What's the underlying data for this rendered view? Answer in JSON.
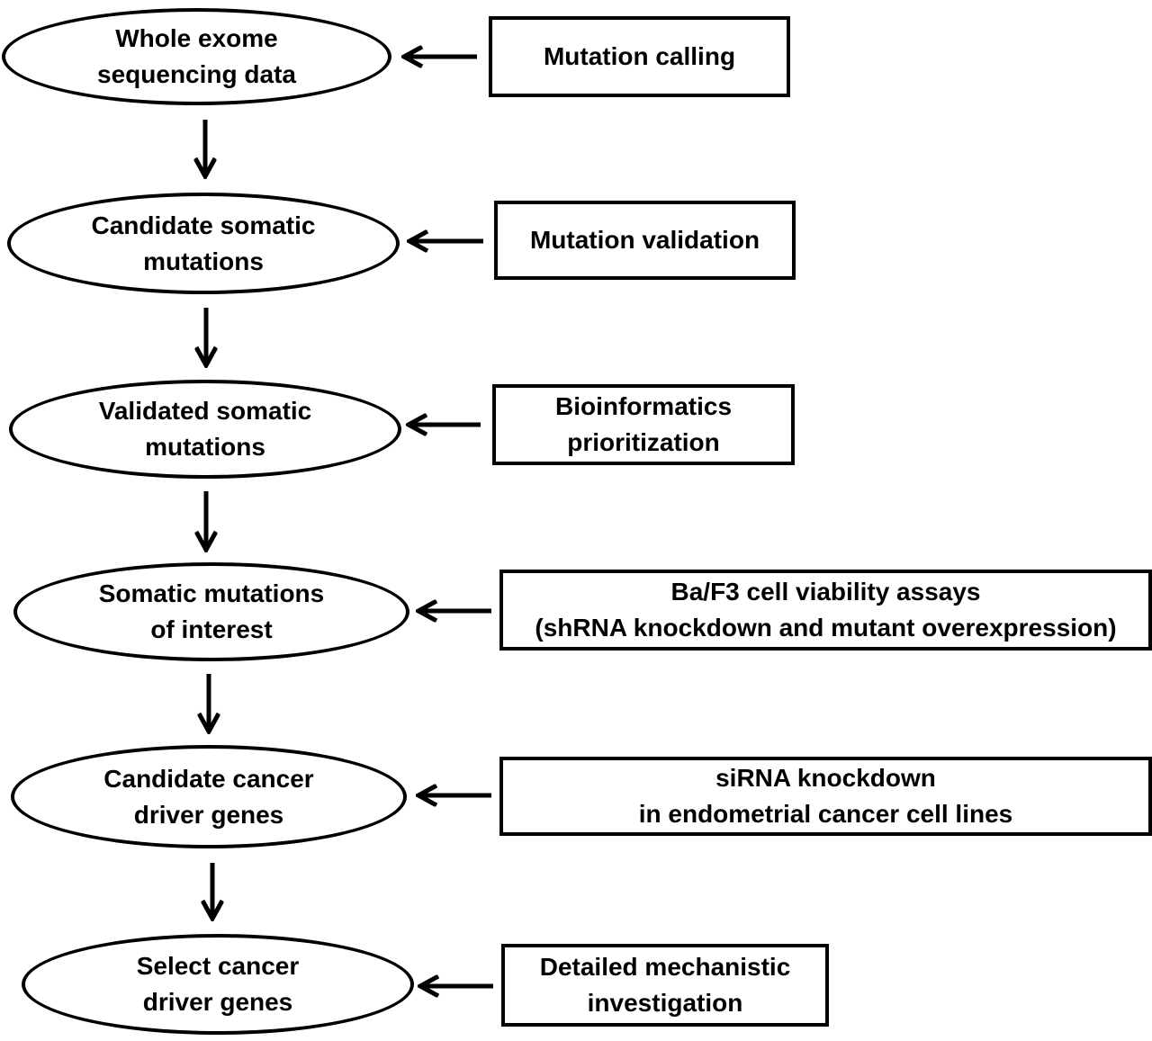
{
  "stages": [
    {
      "line1": "Whole exome",
      "line2": "sequencing data"
    },
    {
      "line1": "Candidate somatic",
      "line2": "mutations"
    },
    {
      "line1": "Validated somatic",
      "line2": "mutations"
    },
    {
      "line1": "Somatic mutations",
      "line2": "of interest"
    },
    {
      "line1": "Candidate cancer",
      "line2": "driver genes"
    },
    {
      "line1": "Select cancer",
      "line2": "driver genes"
    }
  ],
  "methods": [
    {
      "line1": "Mutation calling",
      "line2": ""
    },
    {
      "line1": "Mutation validation",
      "line2": ""
    },
    {
      "line1": "Bioinformatics",
      "line2": "prioritization"
    },
    {
      "line1": "Ba/F3 cell viability assays",
      "line2": "(shRNA knockdown and mutant overexpression)"
    },
    {
      "line1": "siRNA knockdown",
      "line2": "in endometrial cancer cell lines"
    },
    {
      "line1": "Detailed mechanistic",
      "line2": "investigation"
    }
  ]
}
